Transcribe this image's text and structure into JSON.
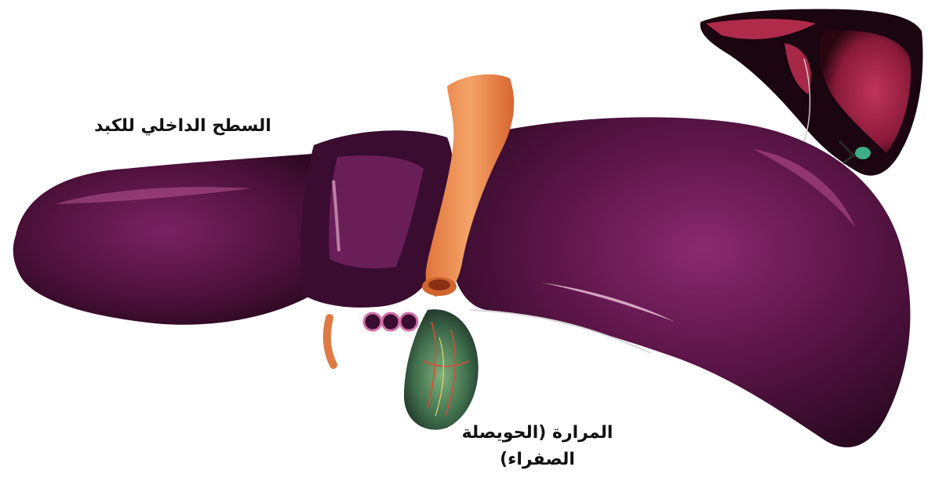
{
  "labels": {
    "liver_inner_surface": "السطح الداخلي للكبد",
    "gallbladder_line1": "المرارة (الحويصلة",
    "gallbladder_line2": "الصفراء)"
  },
  "colors": {
    "liver_dark": "#2a0a24",
    "liver_mid": "#5c1548",
    "liver_highlight": "#c07aa0",
    "vessel_orange": "#f0975a",
    "gallbladder_green": "#4f8a62",
    "background": "#ffffff"
  },
  "image": {
    "subject": "liver-illustration"
  }
}
